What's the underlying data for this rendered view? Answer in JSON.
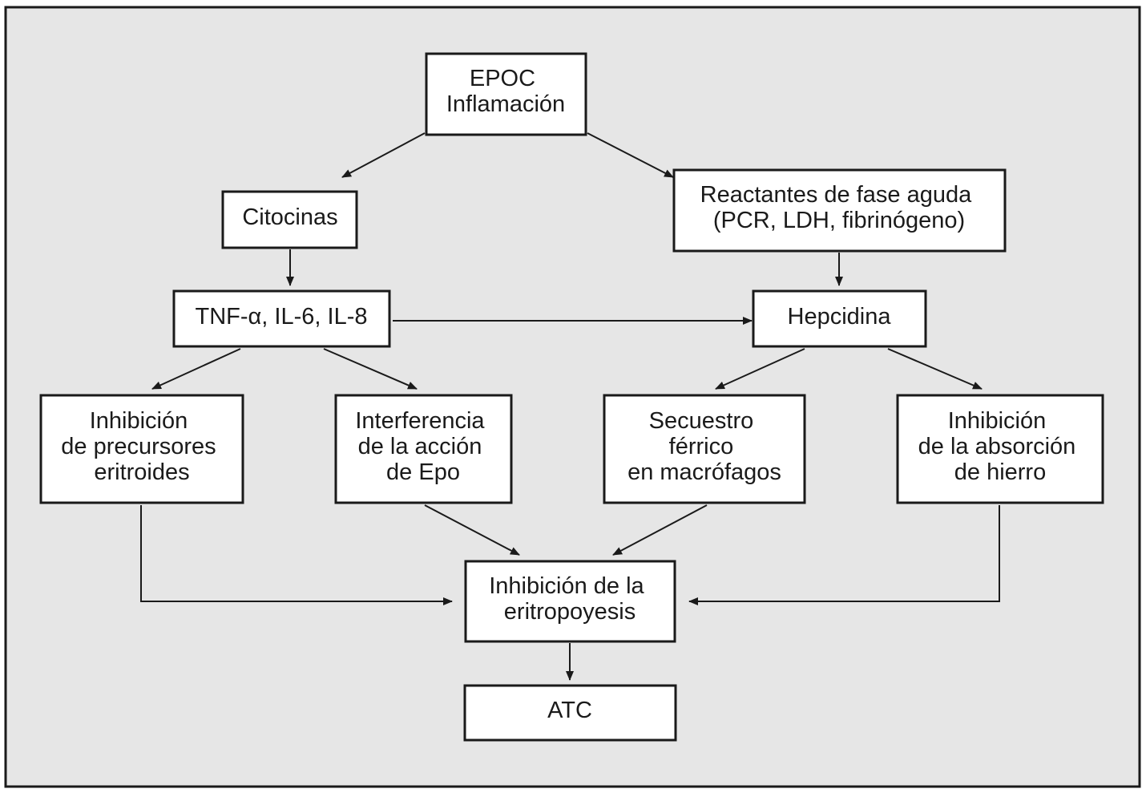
{
  "nodes": {
    "epoc": {
      "lines": [
        "EPOC",
        "Inflamación"
      ]
    },
    "citocinas": {
      "lines": [
        "Citocinas"
      ]
    },
    "reactantes": {
      "lines": [
        "Reactantes de fase aguda",
        "(PCR, LDH, fibrinógeno)"
      ]
    },
    "tnf": {
      "lines": [
        "TNF-α, IL-6, IL-8"
      ]
    },
    "hepcidina": {
      "lines": [
        "Hepcidina"
      ]
    },
    "inhib_precursores": {
      "lines": [
        "Inhibición",
        "de precursores",
        "eritroides"
      ]
    },
    "interferencia": {
      "lines": [
        "Interferencia",
        "de la acción",
        "de Epo"
      ]
    },
    "secuestro": {
      "lines": [
        "Secuestro",
        "férrico",
        "en macrófagos"
      ]
    },
    "inhib_absorcion": {
      "lines": [
        "Inhibición",
        "de la absorción",
        "de hierro"
      ]
    },
    "inhib_eritropoyesis": {
      "lines": [
        "Inhibición de la",
        "eritropoyesis"
      ]
    },
    "atc": {
      "lines": [
        "ATC"
      ]
    }
  },
  "edges": [
    {
      "from": "epoc",
      "to": "citocinas"
    },
    {
      "from": "epoc",
      "to": "reactantes"
    },
    {
      "from": "citocinas",
      "to": "tnf"
    },
    {
      "from": "reactantes",
      "to": "hepcidina"
    },
    {
      "from": "tnf",
      "to": "hepcidina"
    },
    {
      "from": "tnf",
      "to": "inhib_precursores"
    },
    {
      "from": "tnf",
      "to": "interferencia"
    },
    {
      "from": "hepcidina",
      "to": "secuestro"
    },
    {
      "from": "hepcidina",
      "to": "inhib_absorcion"
    },
    {
      "from": "inhib_precursores",
      "to": "inhib_eritropoyesis"
    },
    {
      "from": "interferencia",
      "to": "inhib_eritropoyesis"
    },
    {
      "from": "secuestro",
      "to": "inhib_eritropoyesis"
    },
    {
      "from": "inhib_absorcion",
      "to": "inhib_eritropoyesis"
    },
    {
      "from": "inhib_eritropoyesis",
      "to": "atc"
    }
  ],
  "colors": {
    "background": "#e6e6e6",
    "box_fill": "#ffffff",
    "stroke": "#1a1a1a"
  }
}
